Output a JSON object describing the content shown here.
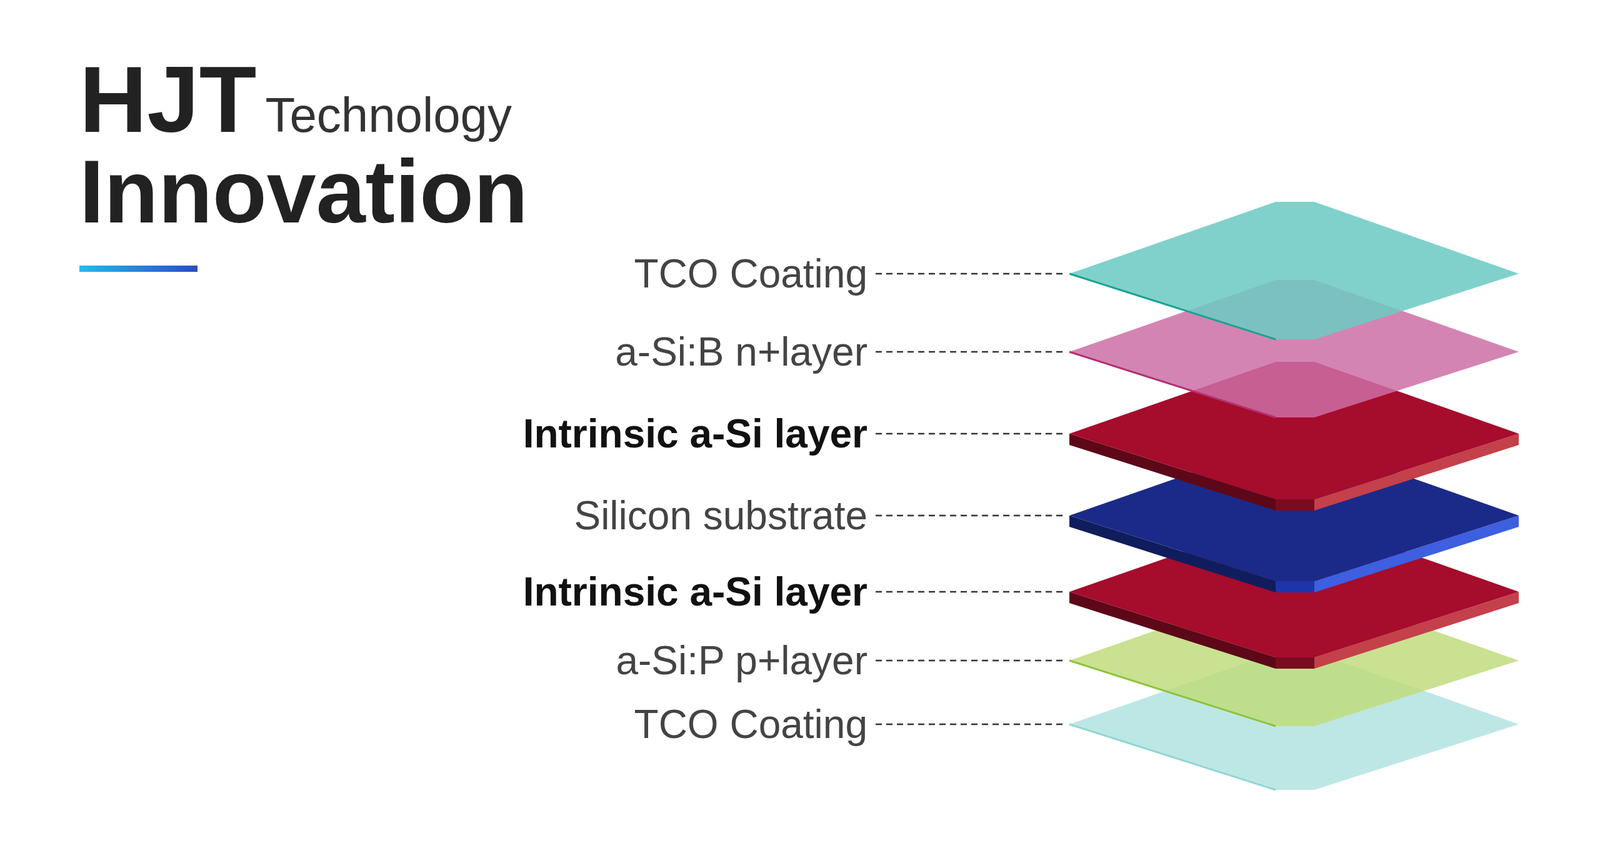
{
  "diagram": {
    "labels": [
      "HJT",
      "Technology",
      "Innovation",
      "TCO Coating",
      "a-Si:B n+layer",
      "Intrinsic a-Si layer",
      "Silicon substrate",
      "Intrinsic a-Si layer",
      "a-Si:P p+layer",
      "TCO Coating"
    ]
  }
}
